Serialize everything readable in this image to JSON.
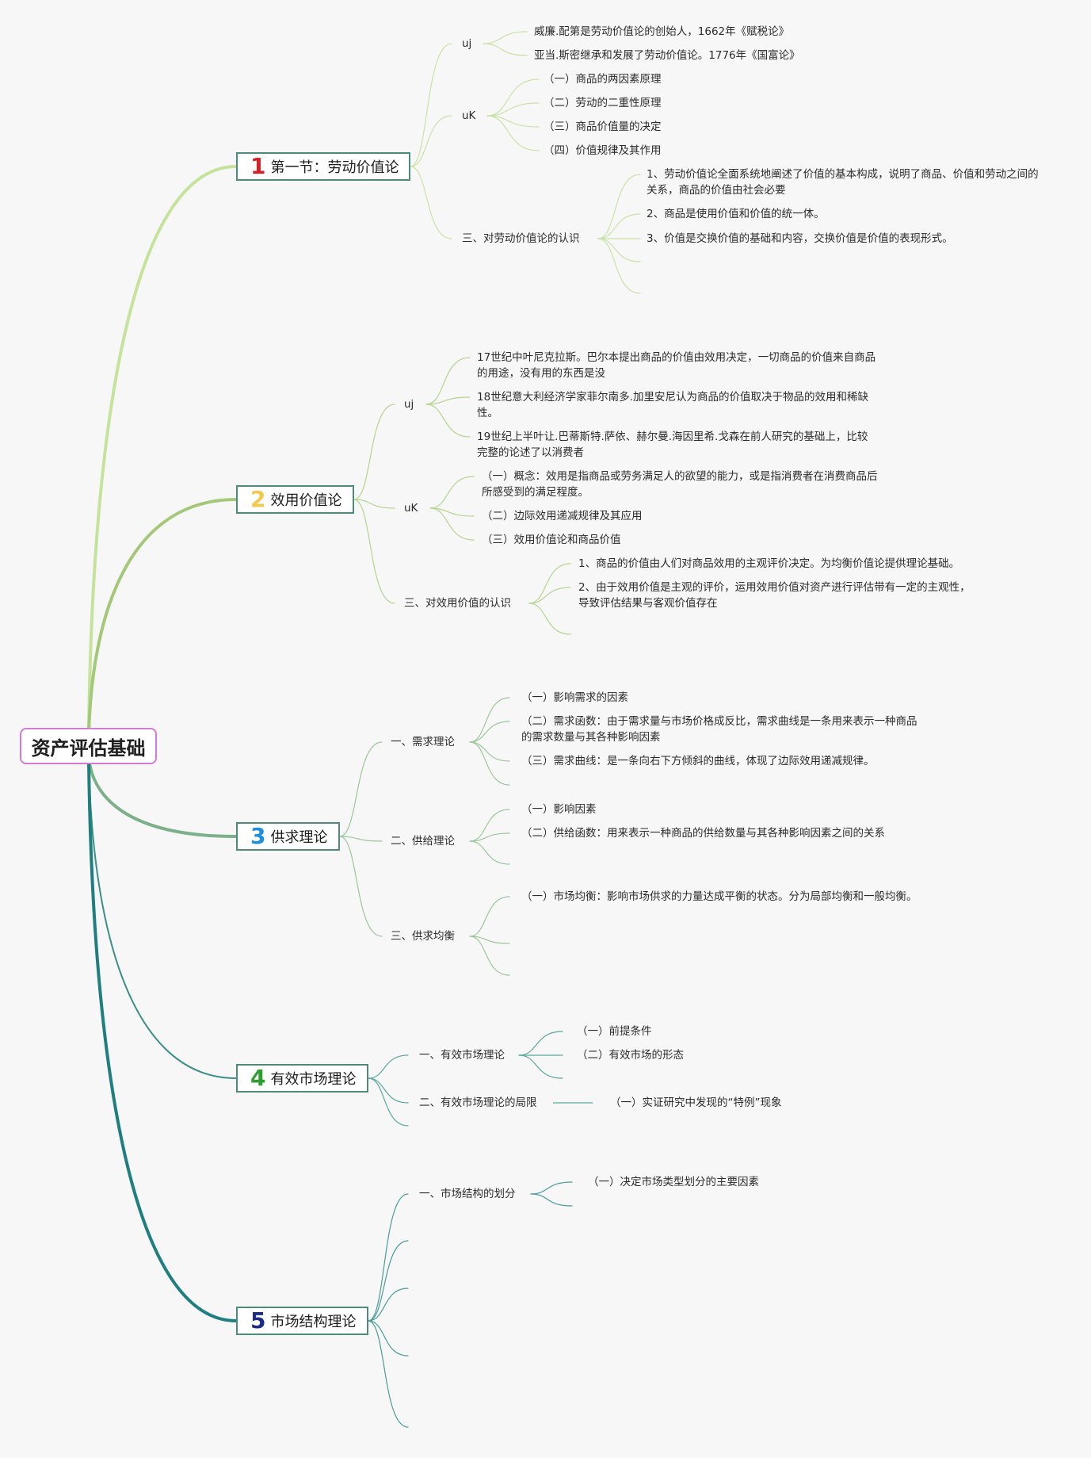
{
  "root": "资产评估基础",
  "colors": {
    "root_border": "#d27ad6",
    "branch1": "#c5e39a",
    "branch2": "#a3c878",
    "branch3": "#7bb08a",
    "branch4": "#3a8f86",
    "branch5": "#1f7f80",
    "num1": "#d61f26",
    "num2": "#f2c94c",
    "num3": "#1c8fe0",
    "num4": "#2e9e2e",
    "num5": "#1c2a8c"
  },
  "topics": [
    {
      "num": "1",
      "title": "第一节：劳动价值论",
      "children": [
        {
          "label": "uj",
          "items": [
            "威廉.配第是劳动价值论的创始人，1662年《赋税论》",
            "亚当.斯密继承和发展了劳动价值论。1776年《国富论》"
          ]
        },
        {
          "label": "uK",
          "items": [
            "（一）商品的两因素原理",
            "（二）劳动的二重性原理",
            "（三）商品价值量的决定",
            "（四）价值规律及其作用"
          ]
        },
        {
          "label": "三、对劳动价值论的认识",
          "items": [
            "1、劳动价值论全面系统地阐述了价值的基本构成，说明了商品、价值和劳动之间的关系，商品的价值由社会必要",
            "2、商品是使用价值和价值的统一体。",
            "3、价值是交换价值的基础和内容，交换价值是价值的表现形式。"
          ]
        }
      ]
    },
    {
      "num": "2",
      "title": "效用价值论",
      "children": [
        {
          "label": "uj",
          "items": [
            "17世纪中叶尼克拉斯。巴尔本提出商品的价值由效用决定，一切商品的价值来自商品的用途，没有用的东西是没",
            "18世纪意大利经济学家菲尔南多.加里安尼认为商品的价值取决于物品的效用和稀缺性。",
            "19世纪上半叶让.巴蒂斯特.萨依、赫尔曼.海因里希.戈森在前人研究的基础上，比较完整的论述了以消费者"
          ]
        },
        {
          "label": "uK",
          "items": [
            "（一）概念：效用是指商品或劳务满足人的欲望的能力，或是指消费者在消费商品后所感受到的满足程度。",
            "（二）边际效用递减规律及其应用",
            "（三）效用价值论和商品价值"
          ]
        },
        {
          "label": "三、对效用价值的认识",
          "items": [
            "1、商品的价值由人们对商品效用的主观评价决定。为均衡价值论提供理论基础。",
            "2、由于效用价值是主观的评价，运用效用价值对资产进行评估带有一定的主观性，导致评估结果与客观价值存在"
          ]
        }
      ]
    },
    {
      "num": "3",
      "title": "供求理论",
      "children": [
        {
          "label": "一、需求理论",
          "items": [
            "（一）影响需求的因素",
            "（二）需求函数：由于需求量与市场价格成反比，需求曲线是一条用来表示一种商品的需求数量与其各种影响因素",
            "（三）需求曲线：是一条向右下方倾斜的曲线，体现了边际效用递减规律。"
          ]
        },
        {
          "label": "二、供给理论",
          "items": [
            "（一）影响因素",
            "（二）供给函数：用来表示一种商品的供给数量与其各种影响因素之间的关系"
          ]
        },
        {
          "label": "三、供求均衡",
          "items": [
            "（一）市场均衡：影响市场供求的力量达成平衡的状态。分为局部均衡和一般均衡。"
          ]
        }
      ]
    },
    {
      "num": "4",
      "title": "有效市场理论",
      "children": [
        {
          "label": "一、有效市场理论",
          "items": [
            "（一）前提条件",
            "（二）有效市场的形态"
          ]
        },
        {
          "label": "二、有效市场理论的局限",
          "items": [
            "（一）实证研究中发现的“特例”现象"
          ]
        }
      ]
    },
    {
      "num": "5",
      "title": "市场结构理论",
      "children": [
        {
          "label": "一、市场结构的划分",
          "items": [
            "（一）决定市场类型划分的主要因素"
          ]
        }
      ]
    }
  ]
}
